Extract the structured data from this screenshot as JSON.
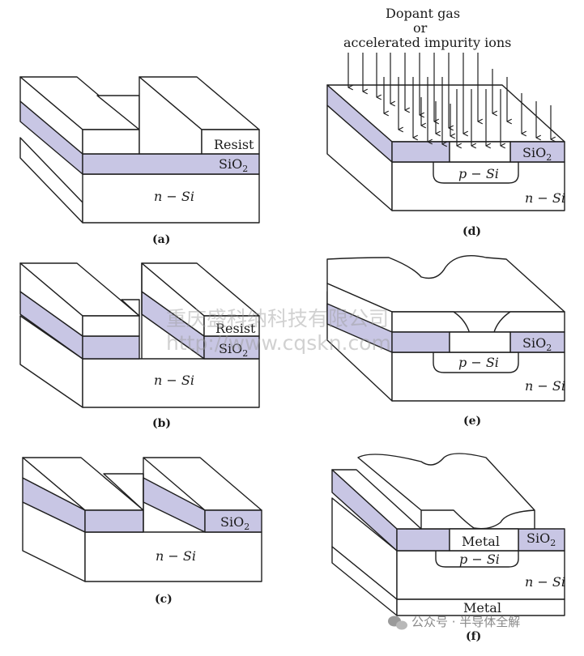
{
  "labels": {
    "resist": "Resist",
    "sio2_base": "SiO",
    "sio2_sub": "2",
    "n_si": "n − Si",
    "p_si": "p − Si",
    "metal": "Metal"
  },
  "panels": {
    "a": "(a)",
    "b": "(b)",
    "c": "(c)",
    "d": "(d)",
    "e": "(e)",
    "f": "(f)"
  },
  "dopant": {
    "line1": "Dopant gas",
    "line2": "or",
    "line3": "accelerated impurity ions"
  },
  "watermark": {
    "line1": "重庆盛科纳科技有限公司",
    "line2": "http://www.cqskn.com"
  },
  "brand": {
    "text": "公众号 · 半导体全解"
  },
  "colors": {
    "oxide": "#c8c6e4",
    "outline": "#1f1f1f"
  }
}
